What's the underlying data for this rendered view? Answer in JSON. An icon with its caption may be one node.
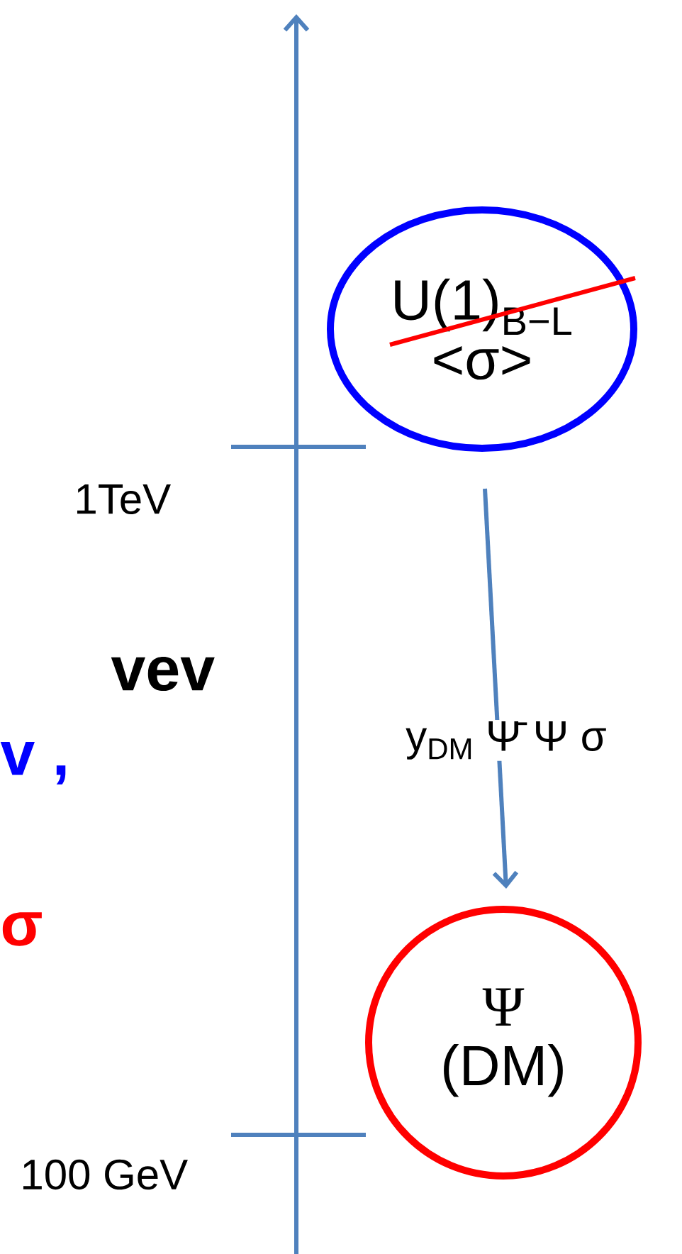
{
  "diagram": {
    "nodes": [
      {
        "text": [
          "U(1)$_{B−L}$",
          "<σ>"
        ]
      },
      {
        "text": [
          "Ψ",
          "(DM)"
        ]
      }
    ],
    "edges": [
      {
        "from": 0,
        "to": 1,
        "arrow": "to",
        "label": "y$_{DM}$ Ψ̄ Ψ σ"
      }
    ],
    "labels": [
      "vev",
      "v ,",
      "σ",
      "1TeV",
      "100 GeV"
    ]
  }
}
